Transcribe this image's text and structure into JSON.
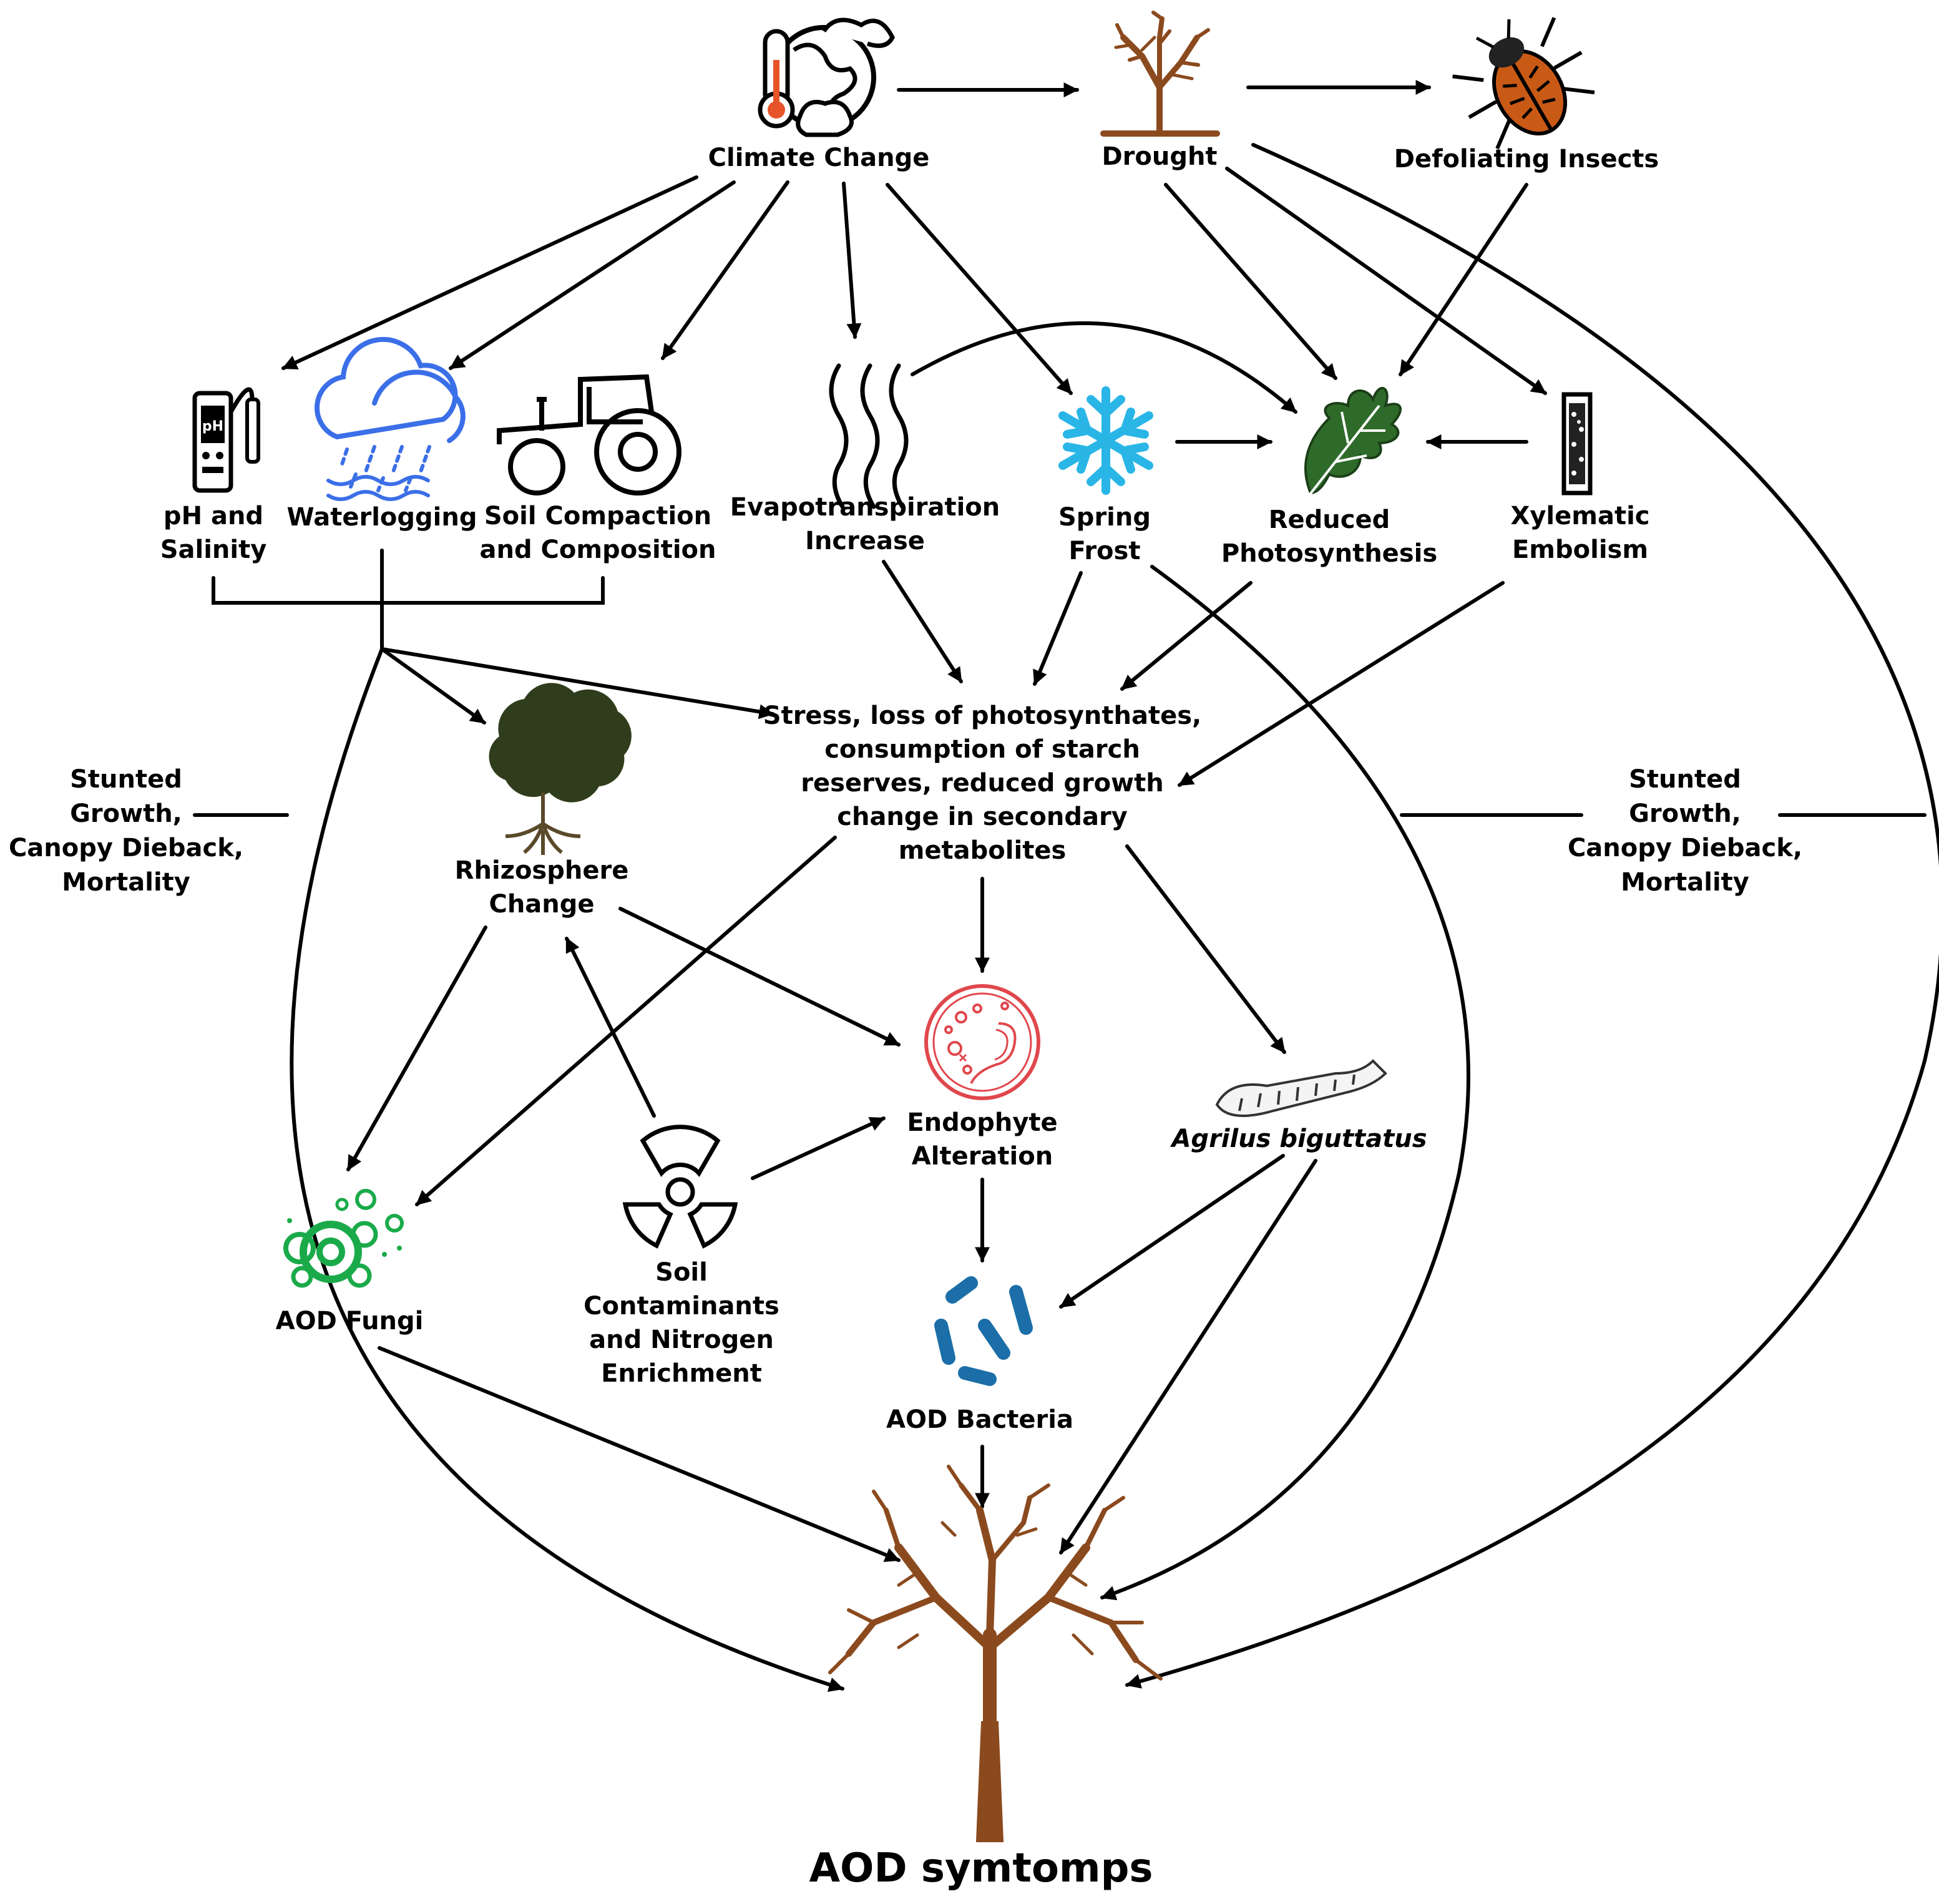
{
  "nodes": {
    "climate_change": "Climate Change",
    "drought": "Drought",
    "defoliating_insects": "Defoliating Insects",
    "ph_salinity": "pH and\nSalinity",
    "waterlogging": "Waterlogging",
    "soil_compaction": "Soil Compaction\nand Composition",
    "evapotranspiration": "Evapotranspiration\nIncrease",
    "spring_frost": "Spring\nFrost",
    "reduced_photosynthesis": "Reduced\nPhotosynthesis",
    "xylematic_embolism": "Xylematic\nEmbolism",
    "stress": "Stress, loss of photosynthates,\nconsumption of starch\nreserves, reduced growth\nchange in secondary\nmetabolites",
    "rhizosphere_change": "Rhizosphere\nChange",
    "endophyte_alteration": "Endophyte\nAlteration",
    "agrilus": "Agrilus biguttatus",
    "aod_fungi": "AOD Fungi",
    "soil_contaminants": "Soil\nContaminants\nand Nitrogen\nEnrichment",
    "aod_bacteria": "AOD Bacteria",
    "aod_symptoms": "AOD symtomps"
  },
  "side_labels": {
    "left": "Stunted\nGrowth,\nCanopy Dieback,\nMortality",
    "right": "Stunted\nGrowth,\nCanopy Dieback,\nMortality"
  },
  "icons": {
    "climate_change": "globe-thermometer-icon",
    "drought": "dead-tree-icon",
    "defoliating_insects": "beetle-icon",
    "ph_salinity": "ph-meter-icon",
    "waterlogging": "rain-cloud-icon",
    "soil_compaction": "tractor-icon",
    "evapotranspiration": "heat-waves-icon",
    "spring_frost": "snowflake-icon",
    "reduced_photosynthesis": "oak-leaf-icon",
    "xylematic_embolism": "xylem-vessel-icon",
    "rhizosphere_change": "tree-roots-icon",
    "endophyte_alteration": "cell-icon",
    "agrilus": "larva-icon",
    "aod_fungi": "fungi-cells-icon",
    "soil_contaminants": "radiation-icon",
    "aod_bacteria": "bacteria-icon",
    "aod_symptoms": "diseased-oak-icon"
  },
  "colors": {
    "line": "#000000",
    "drought_tree": "#8b4a1e",
    "beetle": "#c95a16",
    "rain": "#3b6fe8",
    "snowflake": "#29b6e6",
    "leaf": "#2e6a2a",
    "rhizosphere_tree": "#2f3d1c",
    "cell": "#e0474c",
    "fungi": "#1aaa4a",
    "bacteria": "#1b6ea8",
    "oak_trunk": "#8b4a1e",
    "thermometer": "#e8542a"
  }
}
